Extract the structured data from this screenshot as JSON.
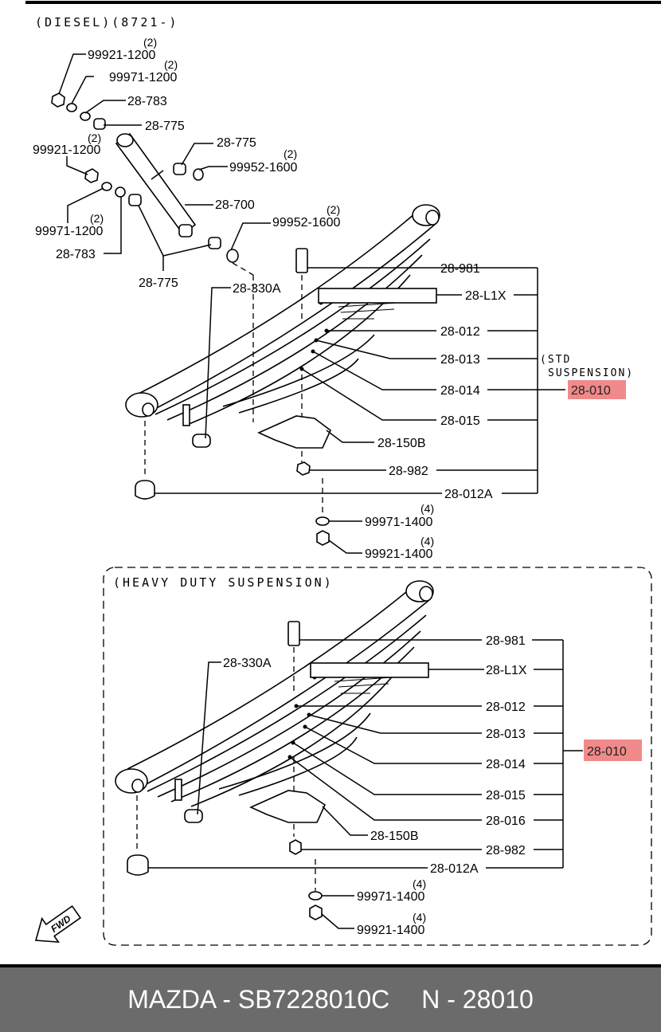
{
  "header": {
    "title": "(DIESEL)(8721-)"
  },
  "shock_absorber": {
    "nut_top": "99921-1200",
    "nut_top_qty": "(2)",
    "washer_top": "99971-1200",
    "washer_top_qty": "(2)",
    "washer_783_top": "28-783",
    "bush_775_a": "28-775",
    "bush_775_b": "28-775",
    "bolt_952": "99952-1600",
    "bolt_952_qty": "(2)",
    "nut_left": "99921-1200",
    "nut_left_qty": "(2)",
    "washer_left": "99971-1200",
    "washer_left_qty": "(2)",
    "washer_783_left": "28-783",
    "absorber": "28-700",
    "bolt_952_b": "99952-1600",
    "bolt_952_b_qty": "(2)",
    "bush_775_c": "28-775"
  },
  "std": {
    "label_330a": "28-330A",
    "labels": [
      "28-981",
      "28-L1X",
      "28-012",
      "28-013",
      "28-014",
      "28-015",
      "28-150B",
      "28-982",
      "28-012A"
    ],
    "suspension_note": [
      "(STD",
      "SUSPENSION)"
    ],
    "assembly": "28-010",
    "washer": "99971-1400",
    "washer_qty": "(4)",
    "nut": "99921-1400",
    "nut_qty": "(4)"
  },
  "heavy": {
    "title": "(HEAVY DUTY SUSPENSION)",
    "label_330a": "28-330A",
    "labels": [
      "28-981",
      "28-L1X",
      "28-012",
      "28-013",
      "28-014",
      "28-015",
      "28-016",
      "28-150B",
      "28-982",
      "28-012A"
    ],
    "assembly": "28-010",
    "washer": "99971-1400",
    "washer_qty": "(4)",
    "nut": "99921-1400",
    "nut_qty": "(4)"
  },
  "fwd_arrow": "FWD",
  "highlight_color": "#f08a8a",
  "footer": {
    "part": "MAZDA - SB7228010C",
    "number": "N - 28010"
  }
}
